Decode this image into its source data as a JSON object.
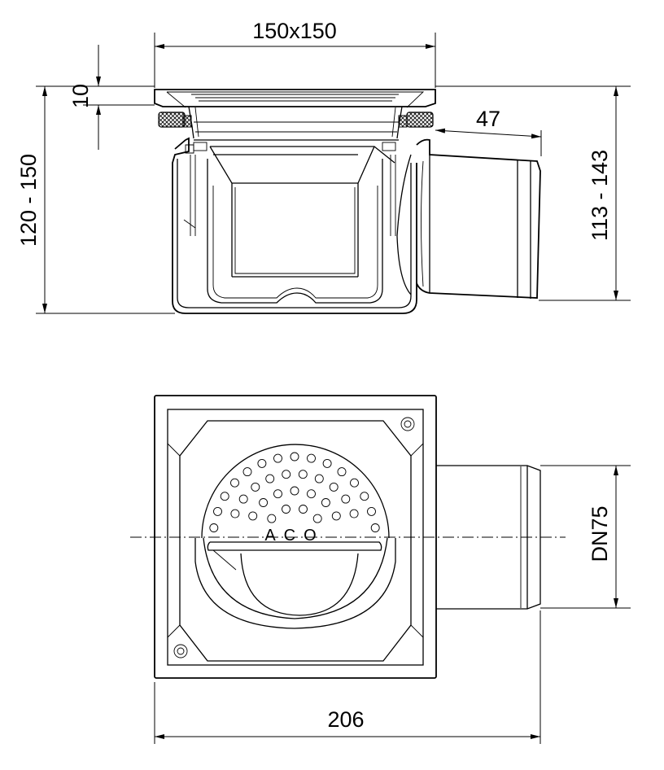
{
  "dimensions": {
    "top_width": "150x150",
    "flange_height": "10",
    "overall_height": "120 - 150",
    "outlet_offset": "47",
    "outlet_height": "113 - 143",
    "outlet_diameter": "DN75",
    "overall_length": "206"
  },
  "grate_text": "ACO"
}
